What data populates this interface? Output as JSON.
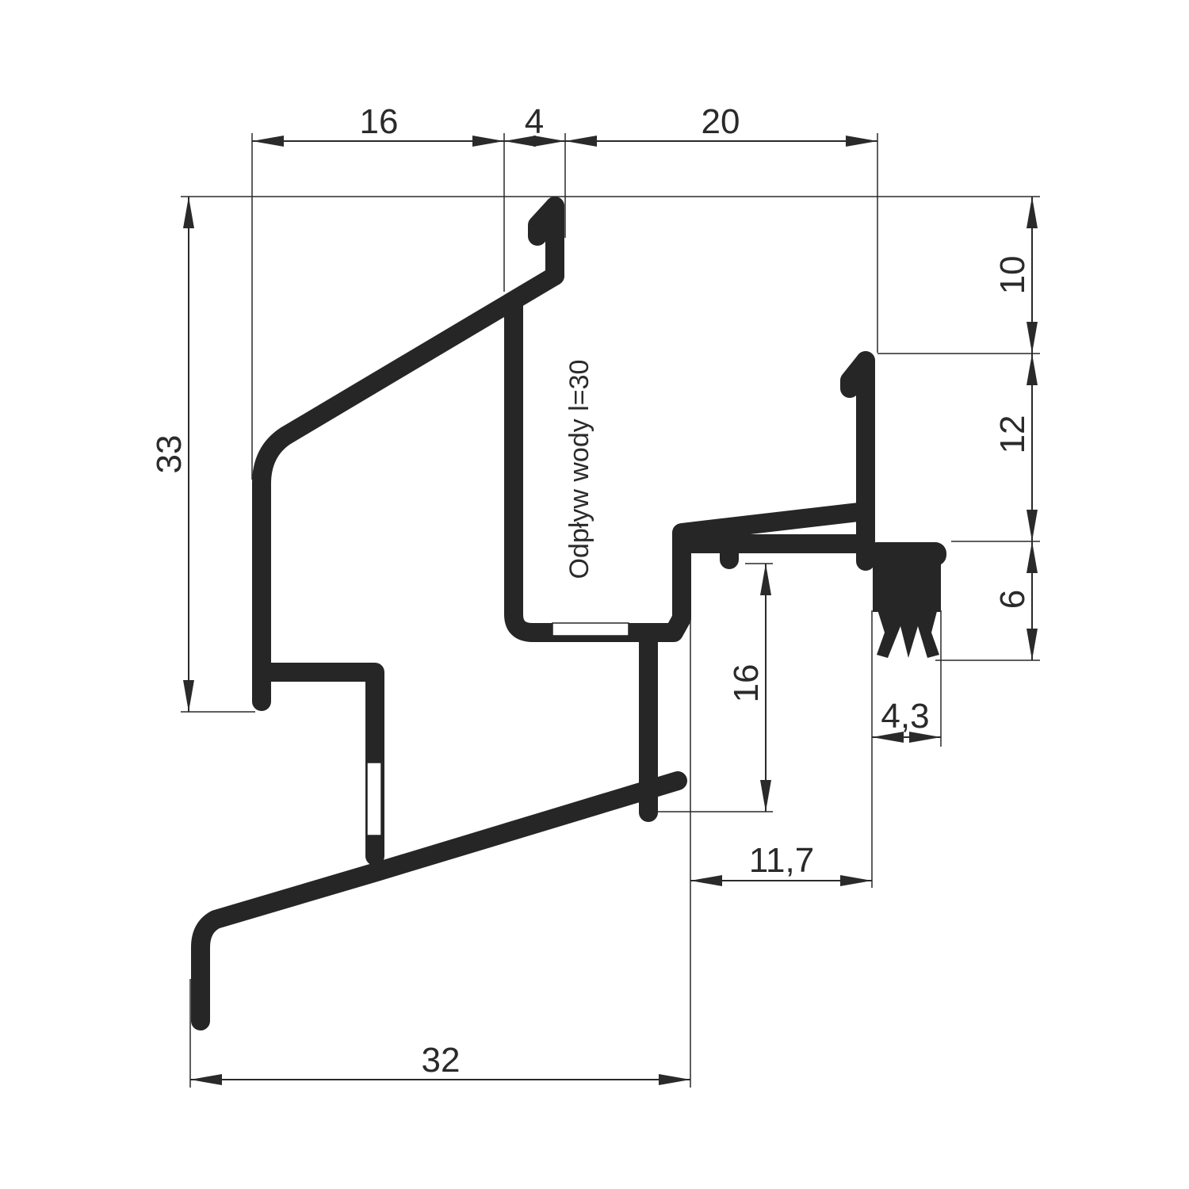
{
  "colors": {
    "profile": "#262626",
    "dimension": "#2a2a2a",
    "background": "#ffffff"
  },
  "dimensions": {
    "top_16": "16",
    "top_4": "4",
    "top_20": "20",
    "left_33": "33",
    "right_10": "10",
    "right_12": "12",
    "right_6": "6",
    "inner_16": "16",
    "gasket_4_3": "4,3",
    "bottom_11_7": "11,7",
    "bottom_32": "32"
  },
  "note": "Odpływ wody l=30"
}
